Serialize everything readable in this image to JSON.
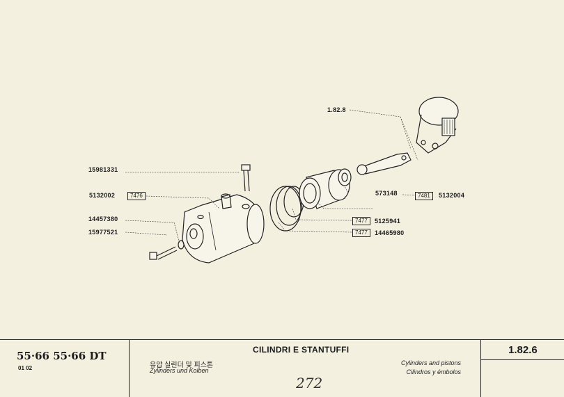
{
  "callouts": {
    "ref_182_8": "1.82.8",
    "p15981331": "15981331",
    "p5132002": "5132002",
    "g7476": "7476",
    "p14457380": "14457380",
    "p15977521": "15977521",
    "p573148": "573148",
    "g7481": "7481",
    "p5132004": "5132004",
    "g7477a": "7477",
    "p5125941": "5125941",
    "g7477b": "7477",
    "p14465980": "14465980"
  },
  "title_block": {
    "model": "55·66  55·66 DT",
    "variants": "01  02",
    "title_it": "CILINDRI E STANTUFFI",
    "title_ko": "유압 실린더 및 피스톤",
    "title_de": "Zylinders und Kolben",
    "title_en": "Cylinders and pistons",
    "title_es": "Cilindros y émbolos",
    "section": "1.82.6",
    "page_handwritten": "272"
  }
}
